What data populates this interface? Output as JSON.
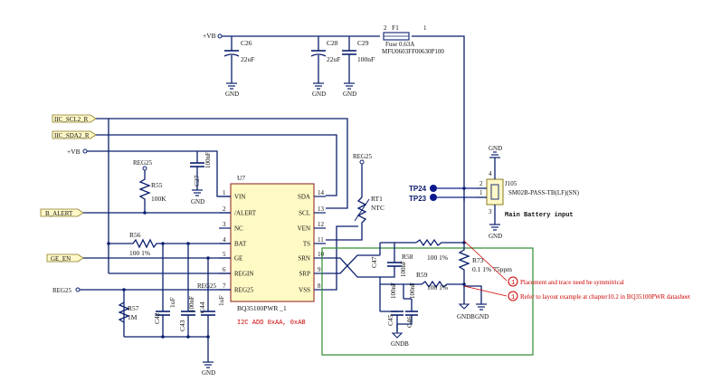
{
  "power": {
    "vb_top": "+VB",
    "vb_left": "+VB",
    "reg25_a": "REG25",
    "reg25_b": "REG25",
    "reg25_c": "REG25",
    "reg25_d": "REG25"
  },
  "gnd": {
    "label": "GND",
    "gndb": "GNDB"
  },
  "ports": {
    "scl": "IIC_SCL2_R",
    "sda": "IIC_SDA2_R",
    "alert": "B_ALERT",
    "ge_en": "GE_EN",
    "reg25": "REG25"
  },
  "caps": {
    "c26": {
      "ref": "C26",
      "val": "22uF"
    },
    "c28": {
      "ref": "C28",
      "val": "22uF"
    },
    "c29": {
      "ref": "C29",
      "val": "100nF"
    },
    "c27": {
      "ref": "C27",
      "val": "100nF"
    },
    "c42": {
      "ref": "C42",
      "val": "1uF"
    },
    "c43": {
      "ref": "C43",
      "val": "100nF"
    },
    "c44": {
      "ref": "C44",
      "val": "1uF"
    },
    "c47": {
      "ref": "C47",
      "val": "100nF"
    },
    "c45": {
      "ref": "C45",
      "val": "100nF"
    },
    "c46": {
      "ref": "C46",
      "val": "100nF"
    }
  },
  "fuse": {
    "ref": "F1",
    "val": "Fuse 0.63A",
    "part": "MFU0603FF00630P100",
    "pin2": "2",
    "pin1": "1"
  },
  "resistors": {
    "r55": {
      "ref": "R55",
      "val": "100K"
    },
    "r56": {
      "ref": "R56",
      "val": "100 1%"
    },
    "r57": {
      "ref": "R57",
      "val": "1M"
    },
    "r58": {
      "ref": "R58",
      "val": "100 1%"
    },
    "r59": {
      "ref": "R59",
      "val": "100 1%"
    },
    "r73": {
      "ref": "R73",
      "val": "0.1 1% 75ppm"
    }
  },
  "rt1": {
    "ref": "RT1",
    "val": "NTC"
  },
  "chip": {
    "ref": "U7",
    "part": "BQ35100PWR _1",
    "left_pins": [
      {
        "num": "1",
        "name": "VIN"
      },
      {
        "num": "2",
        "name": "/ALERT"
      },
      {
        "num": "3",
        "name": "NC"
      },
      {
        "num": "4",
        "name": "BAT"
      },
      {
        "num": "5",
        "name": "GE"
      },
      {
        "num": "6",
        "name": "REGIN"
      },
      {
        "num": "7",
        "name": "REG25"
      }
    ],
    "right_pins": [
      {
        "num": "14",
        "name": "SDA"
      },
      {
        "num": "13",
        "name": "SCL"
      },
      {
        "num": "12",
        "name": "VEN"
      },
      {
        "num": "11",
        "name": "TS"
      },
      {
        "num": "10",
        "name": "SRN"
      },
      {
        "num": "9",
        "name": "SRP"
      },
      {
        "num": "8",
        "name": "VSS"
      }
    ]
  },
  "i2c_note": "I2C ADD 0xAA, 0xAB",
  "connector": {
    "ref": "J105",
    "part": "SM02B-PASS-TB(LF)(SN)",
    "desc": "Main Battery input",
    "p1": "1",
    "p2": "2",
    "p3": "3",
    "p4": "4"
  },
  "testpoints": {
    "tp24": "TP24",
    "tp23": "TP23"
  },
  "notes": {
    "n1": "Placement and trace need be symmitrical",
    "n2": "Refer to layout example at chapter10.2 in BQ35100PWR datasheet",
    "badge1": "1",
    "badge2": "1"
  },
  "colors": {
    "wire": "#0a1f6e",
    "group_box": "#2e8b2e",
    "note": "#cc0000",
    "chip_fill": "#fff9c4"
  }
}
